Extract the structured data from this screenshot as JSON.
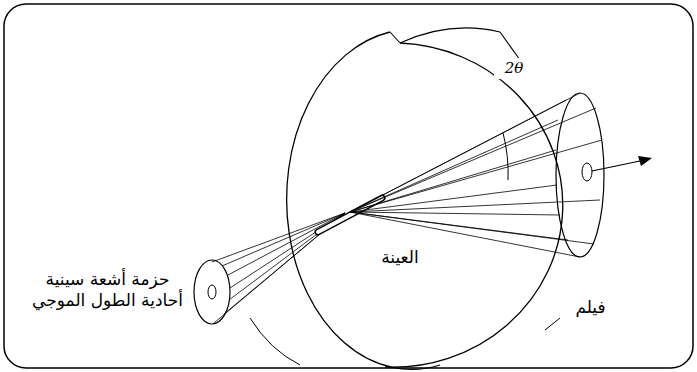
{
  "diagram": {
    "labels": [
      "حزمة أشعة سينية أحادية الطول الموجي",
      "العينة",
      "فيلم",
      "2θ"
    ]
  }
}
